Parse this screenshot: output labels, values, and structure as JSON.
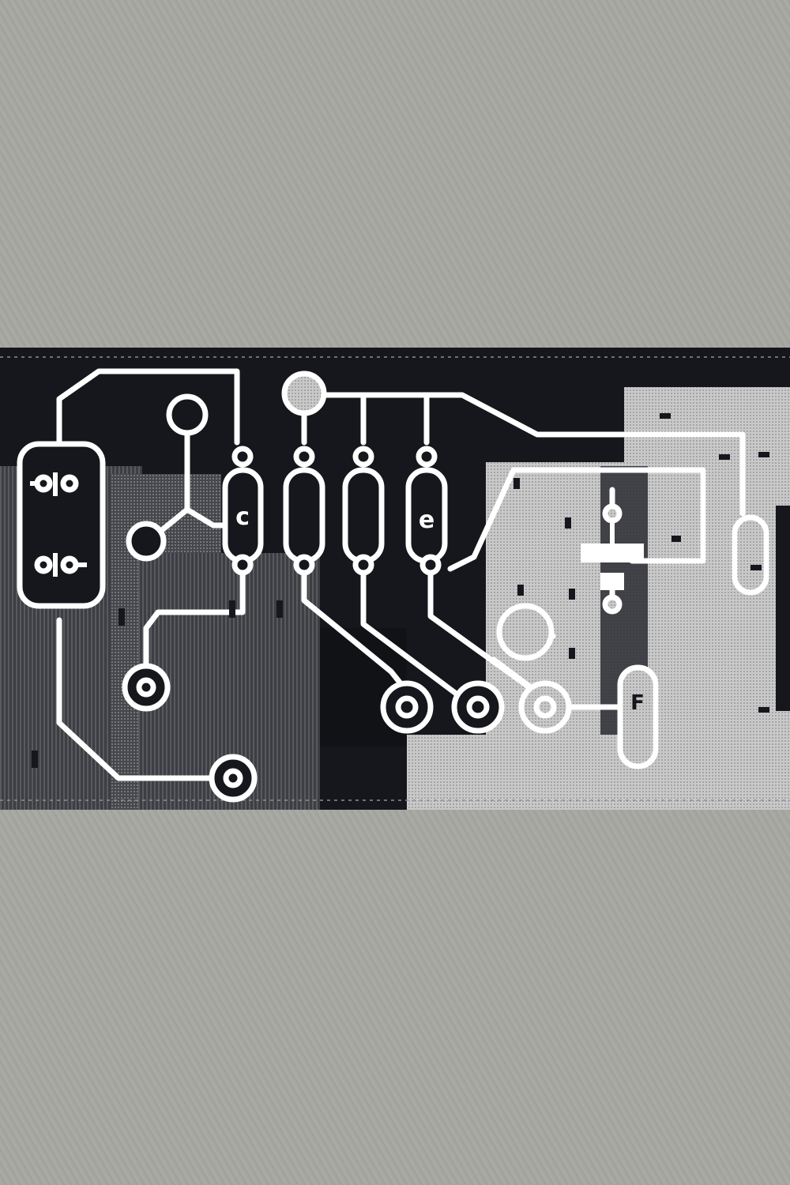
{
  "scene": {
    "colors": {
      "fabric": "#a6a7a0",
      "patch_dark": "#15171c",
      "patch_mid": "#55575c",
      "patch_light": "#b9b9b9",
      "trace": "#ffffff",
      "stitch": "#9a9ca0"
    },
    "labels": {
      "component_c": "c",
      "component_e": "e",
      "component_f": "F"
    },
    "icons": [
      "resistor-icon",
      "capacitor-icon",
      "diode-icon",
      "solder-pad-icon",
      "transistor-icon"
    ]
  }
}
